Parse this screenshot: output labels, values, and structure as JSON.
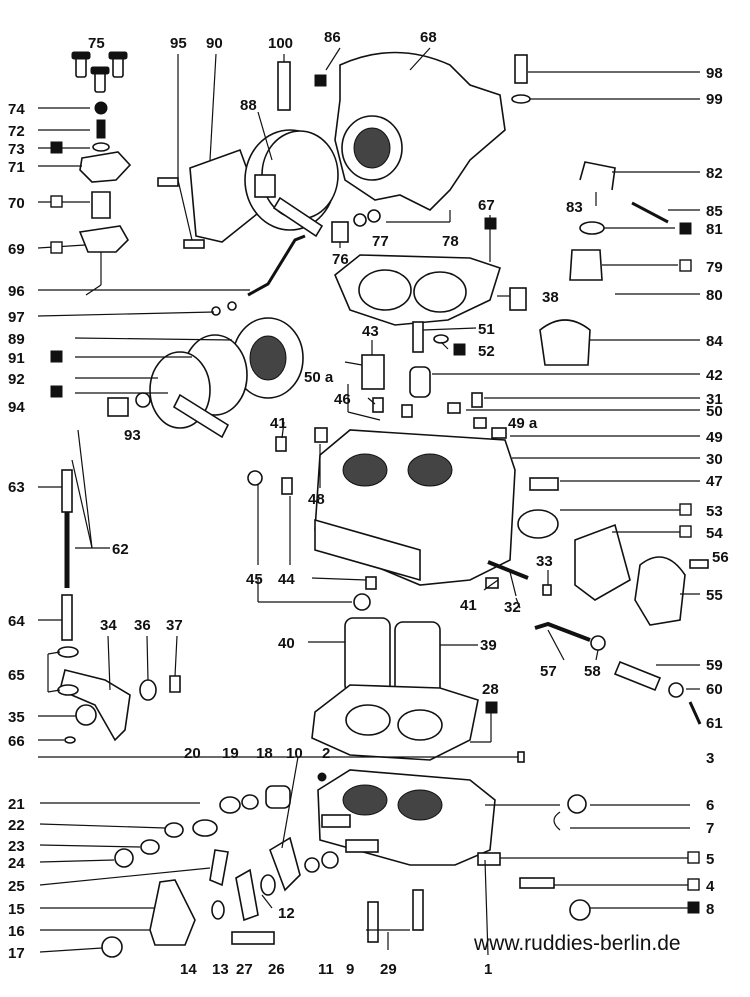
{
  "diagram": {
    "watermark": "www.ruddies-berlin.de",
    "labels": [
      "75",
      "95",
      "90",
      "100",
      "86",
      "68",
      "98",
      "99",
      "74",
      "72",
      "73",
      "71",
      "70",
      "69",
      "88",
      "82",
      "83",
      "85",
      "81",
      "79",
      "80",
      "76",
      "77",
      "78",
      "67",
      "96",
      "97",
      "38",
      "89",
      "43",
      "51",
      "52",
      "84",
      "91",
      "92",
      "50 a",
      "42",
      "94",
      "93",
      "46",
      "31",
      "41",
      "49 a",
      "50",
      "49",
      "30",
      "48",
      "47",
      "63",
      "62",
      "53",
      "54",
      "56",
      "55",
      "45",
      "44",
      "33",
      "41",
      "32",
      "64",
      "34",
      "36",
      "37",
      "40",
      "39",
      "65",
      "57",
      "58",
      "59",
      "60",
      "35",
      "61",
      "28",
      "66",
      "3",
      "20",
      "19",
      "18",
      "10",
      "2",
      "21",
      "6",
      "22",
      "7",
      "23",
      "24",
      "5",
      "25",
      "4",
      "15",
      "8",
      "16",
      "12",
      "17",
      "14",
      "13",
      "27",
      "26",
      "11",
      "9",
      "29",
      "1"
    ],
    "legend_filled": "■",
    "legend_open": "□"
  }
}
